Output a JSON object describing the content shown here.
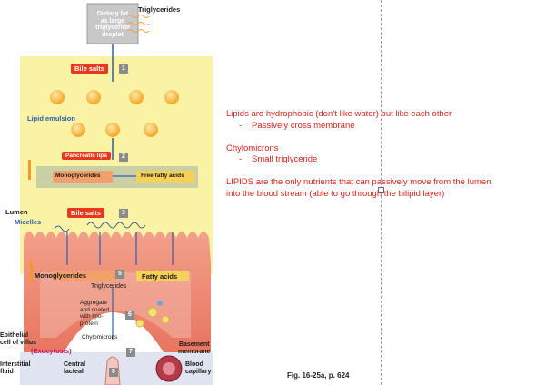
{
  "figure": {
    "triglycerides_label": "Triglycerides",
    "dietary_fat": [
      "Dietary fat",
      "as large",
      "triglyceride",
      "droplet"
    ],
    "bile_salts_1": "Bile salts",
    "lipid_emulsion": "Lipid emulsion",
    "pancreatic_lipase": "Pancreatic lipa",
    "monoglycerides_1": "Monoglycerides",
    "free_fatty_acids": "Free fatty acids",
    "lumen": "Lumen",
    "micelles": "Micelles",
    "bile_salts_2": "Bile salts",
    "monoglycerides_2": "Monoglycerides",
    "fatty_acids": "Fatty acids",
    "triglycerides_2": "Triglycerides",
    "aggregate": [
      "Aggregate",
      "and coated",
      "with lipo-",
      "protein"
    ],
    "epithelial": [
      "Epithelial",
      "cell of villus"
    ],
    "chylomicrons": "Chylomicrons",
    "exocytosis": "(Exocytosis)",
    "basement": [
      "Basement",
      "membrane"
    ],
    "interstitial": [
      "Interstitial",
      "fluid"
    ],
    "central_lacteal": [
      "Central",
      "lacteal"
    ],
    "blood_capillary": [
      "Blood",
      "capillary"
    ],
    "steps": [
      "1",
      "2",
      "3",
      "5",
      "6",
      "7",
      "8"
    ],
    "caption": "Fig. 16-25a, p. 624"
  },
  "notes": {
    "line1": "Lipids are hydrophobic (don’t like water) but like each other",
    "line1_bullet": "Passively cross membrane",
    "line2": "Chylomicrons",
    "line2_bullet": "Small triglyceride",
    "line3a": "LIPIDS are the only nutrients that can passively move from the lumen",
    "line3b": "into the blood stream (able to go through the bilipid layer)",
    "bullet_dash": "-"
  }
}
